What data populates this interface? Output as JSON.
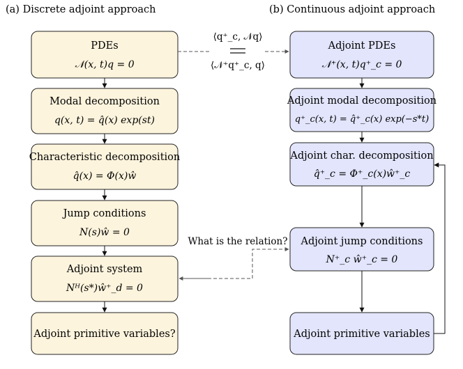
{
  "titles": {
    "left": "(a) Discrete adjoint approach",
    "right": "(b) Continuous adjoint approach"
  },
  "left_boxes": [
    {
      "label": "PDEs",
      "eq": "𝒩(x, t)q = 0"
    },
    {
      "label": "Modal decomposition",
      "eq": "q(x, t) = q̂(x) exp(st)"
    },
    {
      "label": "Characteristic decomposition",
      "eq": "q̂(x) = Φ(x)ŵ"
    },
    {
      "label": "Jump conditions",
      "eq": "N(s)ŵ = 0"
    },
    {
      "label": "Adjoint system",
      "eq": "Nᴴ(s*)ŵ⁺_d = 0"
    },
    {
      "label": "Adjoint primitive variables?",
      "eq": ""
    }
  ],
  "right_boxes": [
    {
      "label": "Adjoint PDEs",
      "eq": "𝒩⁺(x, t)q⁺_c = 0"
    },
    {
      "label": "Adjoint modal decomposition",
      "eq": "q⁺_c(x, t) = q̂⁺_c(x) exp(−s*t)"
    },
    {
      "label": "Adjoint char. decomposition",
      "eq": "q̂⁺_c = Φ⁺_c(x)ŵ⁺_c"
    },
    {
      "label": "Adjoint jump conditions",
      "eq": "N⁺_c ŵ⁺_c = 0"
    },
    {
      "label": "Adjoint primitive variables",
      "eq": ""
    }
  ],
  "middle": {
    "top_expr": "⟨q⁺_c, 𝒩q⟩",
    "bottom_expr": "⟨𝒩⁺q⁺_c, q⟩",
    "question": "What is the relation?"
  },
  "colors": {
    "left_box": "#fdf4dd",
    "right_box": "#e2e5fb"
  }
}
